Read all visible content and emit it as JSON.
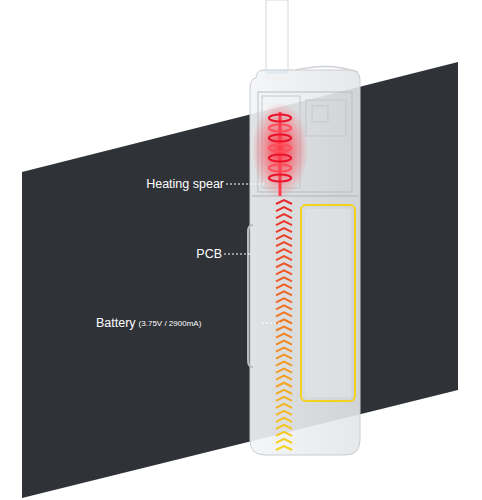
{
  "diagram": {
    "labels": [
      "Heating spear",
      "PCB",
      "Battery",
      "(3.75V / 2900mA)"
    ]
  }
}
